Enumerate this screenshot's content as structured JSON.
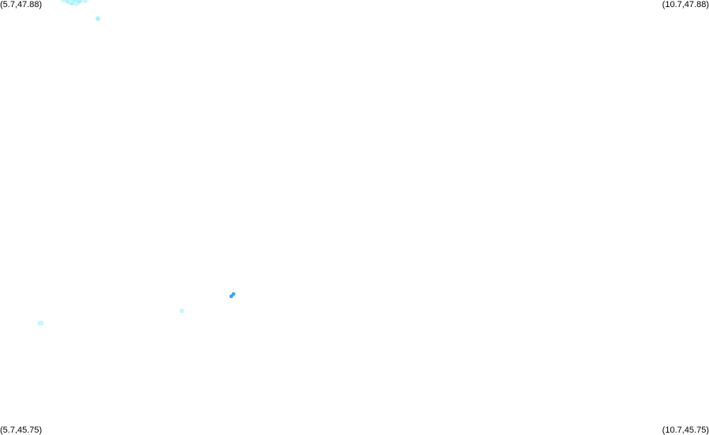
{
  "corners": {
    "top_left": "(5.7,47.88)",
    "top_right": "(10.7,47.88)",
    "bottom_left": "(5.7,45.75)",
    "bottom_right": "(10.7,45.75)"
  },
  "bounds": {
    "lon_min": 5.7,
    "lon_max": 10.7,
    "lat_min": 45.75,
    "lat_max": 47.88
  },
  "colors": {
    "background": "#ffffff",
    "light_cyan": "#aaf2fb",
    "pale_cyan": "#c7f7fc",
    "azure": "#3ba3f0"
  },
  "points": [
    {
      "lon": 6.174,
      "lat": 47.878,
      "color": "light_cyan"
    },
    {
      "lon": 6.185,
      "lat": 47.871,
      "color": "light_cyan"
    },
    {
      "lon": 6.207,
      "lat": 47.865,
      "color": "light_cyan"
    },
    {
      "lon": 6.229,
      "lat": 47.874,
      "color": "light_cyan"
    },
    {
      "lon": 6.246,
      "lat": 47.868,
      "color": "light_cyan"
    },
    {
      "lon": 6.262,
      "lat": 47.875,
      "color": "light_cyan"
    },
    {
      "lon": 6.196,
      "lat": 47.877,
      "color": "pale_cyan"
    },
    {
      "lon": 6.235,
      "lat": 47.862,
      "color": "pale_cyan"
    },
    {
      "lon": 6.301,
      "lat": 47.876,
      "color": "pale_cyan"
    },
    {
      "lon": 6.146,
      "lat": 47.879,
      "color": "pale_cyan"
    },
    {
      "lon": 6.391,
      "lat": 47.789,
      "color": "light_cyan"
    },
    {
      "lon": 6.982,
      "lat": 46.359,
      "color": "pale_cyan"
    },
    {
      "lon": 7.331,
      "lat": 46.429,
      "color": "azure"
    },
    {
      "lon": 7.346,
      "lat": 46.44,
      "color": "azure"
    },
    {
      "lon": 5.98,
      "lat": 46.298,
      "color": "pale_cyan"
    },
    {
      "lon": 5.993,
      "lat": 46.298,
      "color": "pale_cyan"
    }
  ]
}
